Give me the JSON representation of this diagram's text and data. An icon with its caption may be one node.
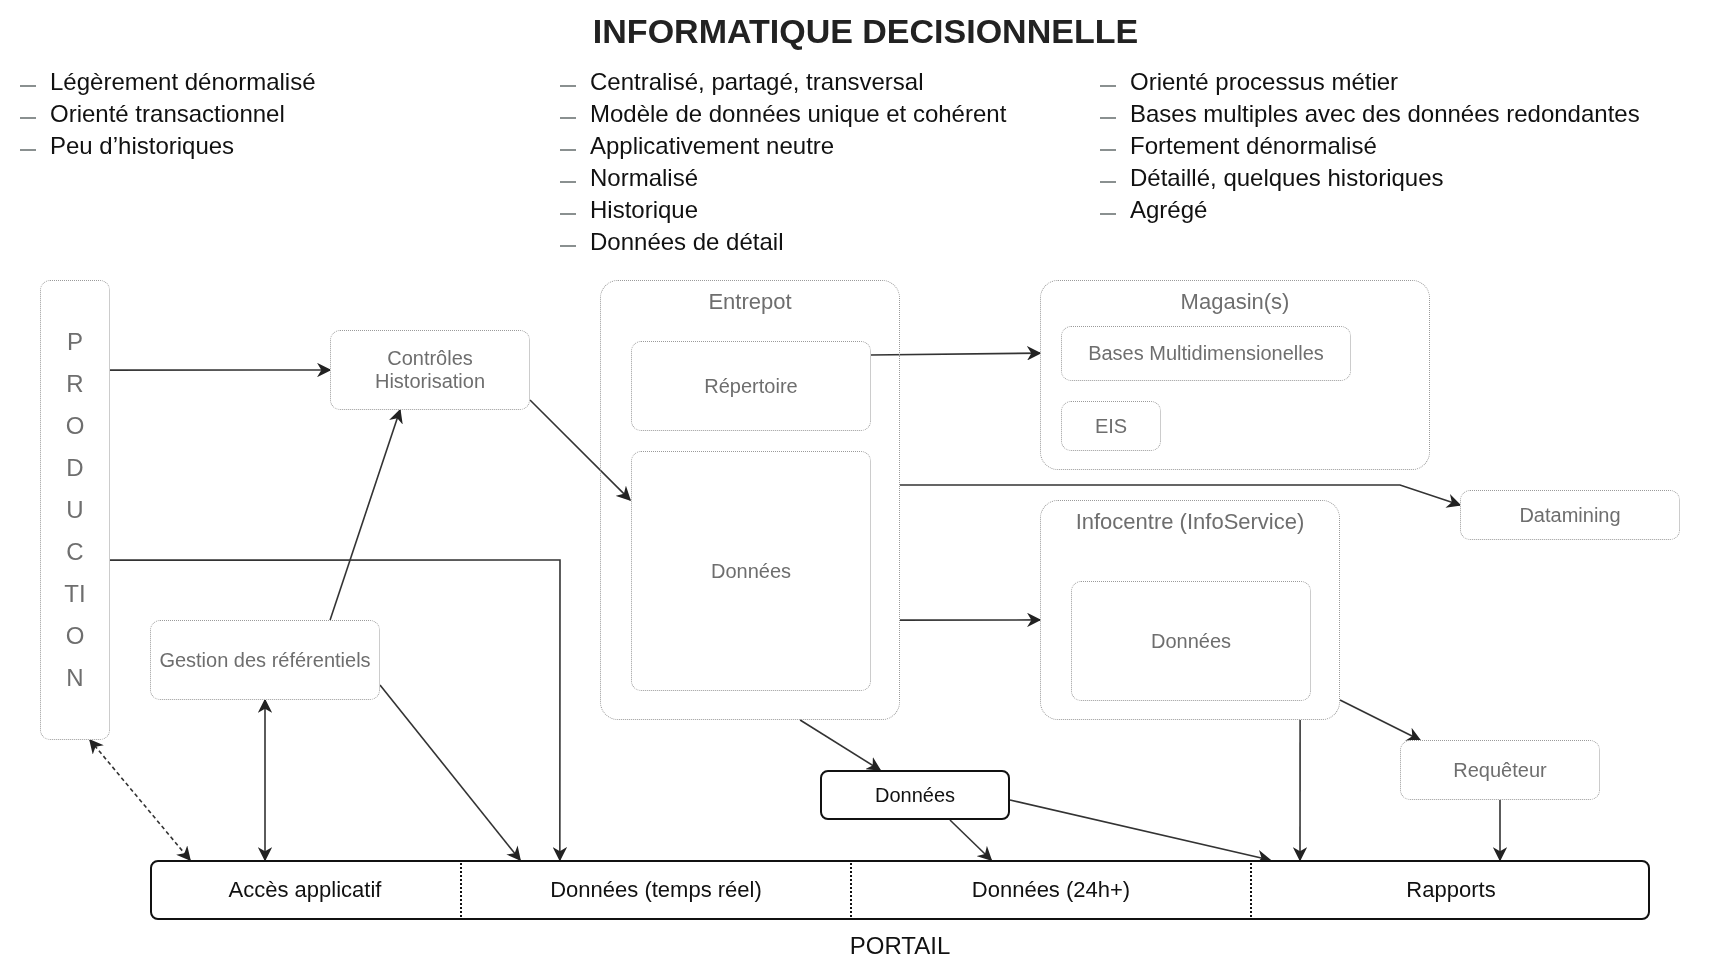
{
  "diagram": {
    "title": "INFORMATIQUE DECISIONNELLE",
    "nodes": [
      {
        "text": [
          "PRODUCTION"
        ]
      },
      {
        "text": [
          "Contrôles Historisation"
        ]
      },
      {
        "text": [
          "Gestion des référentiels"
        ]
      },
      {
        "text": [
          "Entrepot"
        ]
      },
      {
        "text": [
          "Répertoire"
        ],
        "in": 3
      },
      {
        "text": [
          "Données"
        ],
        "in": 3
      },
      {
        "text": [
          "Magasin(s)"
        ]
      },
      {
        "text": [
          "Bases Multidimensionelles"
        ],
        "in": 6
      },
      {
        "text": [
          "EIS"
        ],
        "in": 6
      },
      {
        "text": [
          "Datamining"
        ]
      },
      {
        "text": [
          "Infocentre (InfoService)"
        ]
      },
      {
        "text": [
          "Données"
        ],
        "in": 10
      },
      {
        "text": [
          "Requêteur"
        ]
      },
      {
        "text": [
          "Données"
        ]
      },
      {
        "text": [
          "PORTAIL"
        ]
      },
      {
        "text": [
          "Accès applicatif"
        ],
        "in": 14
      },
      {
        "text": [
          "Données (temps réel)"
        ],
        "in": 14
      },
      {
        "text": [
          "Données (24h+)"
        ],
        "in": 14
      },
      {
        "text": [
          "Rapports"
        ],
        "in": 14
      }
    ],
    "edges": [
      {
        "from": 0,
        "to": 1,
        "arrow": "to"
      },
      {
        "from": 0,
        "to": 15,
        "arrow": "both",
        "style": "dashed"
      },
      {
        "from": 0,
        "to": 16,
        "arrow": "to"
      },
      {
        "from": 2,
        "to": 1,
        "arrow": "to"
      },
      {
        "from": 2,
        "to": 15,
        "arrow": "both"
      },
      {
        "from": 2,
        "to": 16,
        "arrow": "to"
      },
      {
        "from": 1,
        "to": 5,
        "arrow": "to"
      },
      {
        "from": 4,
        "to": 6,
        "arrow": "to"
      },
      {
        "from": 3,
        "to": 9,
        "arrow": "to"
      },
      {
        "from": 3,
        "to": 10,
        "arrow": "to"
      },
      {
        "from": 3,
        "to": 13,
        "arrow": "to"
      },
      {
        "from": 10,
        "to": 12,
        "arrow": "to"
      },
      {
        "from": 10,
        "to": 18,
        "arrow": "to"
      },
      {
        "from": 12,
        "to": 18,
        "arrow": "to"
      },
      {
        "from": 13,
        "to": 17,
        "arrow": "to"
      },
      {
        "from": 13,
        "to": 18,
        "arrow": "to"
      }
    ],
    "labels": [
      "Légèrement dénormalisé",
      "Orienté transactionnel",
      "Peu d’historiques",
      "Centralisé, partagé, transversal",
      "Modèle de données unique et cohérent",
      "Applicativement neutre",
      "Normalisé",
      "Historique",
      "Données de détail",
      "Orienté processus métier",
      "Bases multiples avec des données redondantes",
      "Fortement dénormalisé",
      "Détaillé, quelques historiques",
      "Agrégé"
    ]
  }
}
